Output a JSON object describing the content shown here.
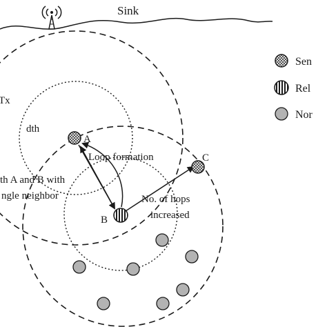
{
  "surface": {
    "label": "Sink"
  },
  "labels": {
    "range_label": "Tx",
    "threshold_label": "dth",
    "loop_formation": "Loop formation",
    "single_neighbor_line1": "th A and B with",
    "single_neighbor_line2": "ngle neighbor",
    "hops_line1": "No. of hops",
    "hops_line2": "increased"
  },
  "nodes": {
    "a": {
      "label": "A",
      "type": "sender"
    },
    "b": {
      "label": "B",
      "type": "relay"
    },
    "c": {
      "label": "C",
      "type": "sender"
    }
  },
  "legend": [
    {
      "label": "Sen",
      "symbol": "crosshatch-circle"
    },
    {
      "label": "Rel",
      "symbol": "striped-circle"
    },
    {
      "label": "Nor",
      "symbol": "gray-circle"
    }
  ],
  "colors": {
    "stroke": "#1a1a1a",
    "node_gray": "#b3b3b3",
    "hatch_fill": "#ffffff"
  }
}
